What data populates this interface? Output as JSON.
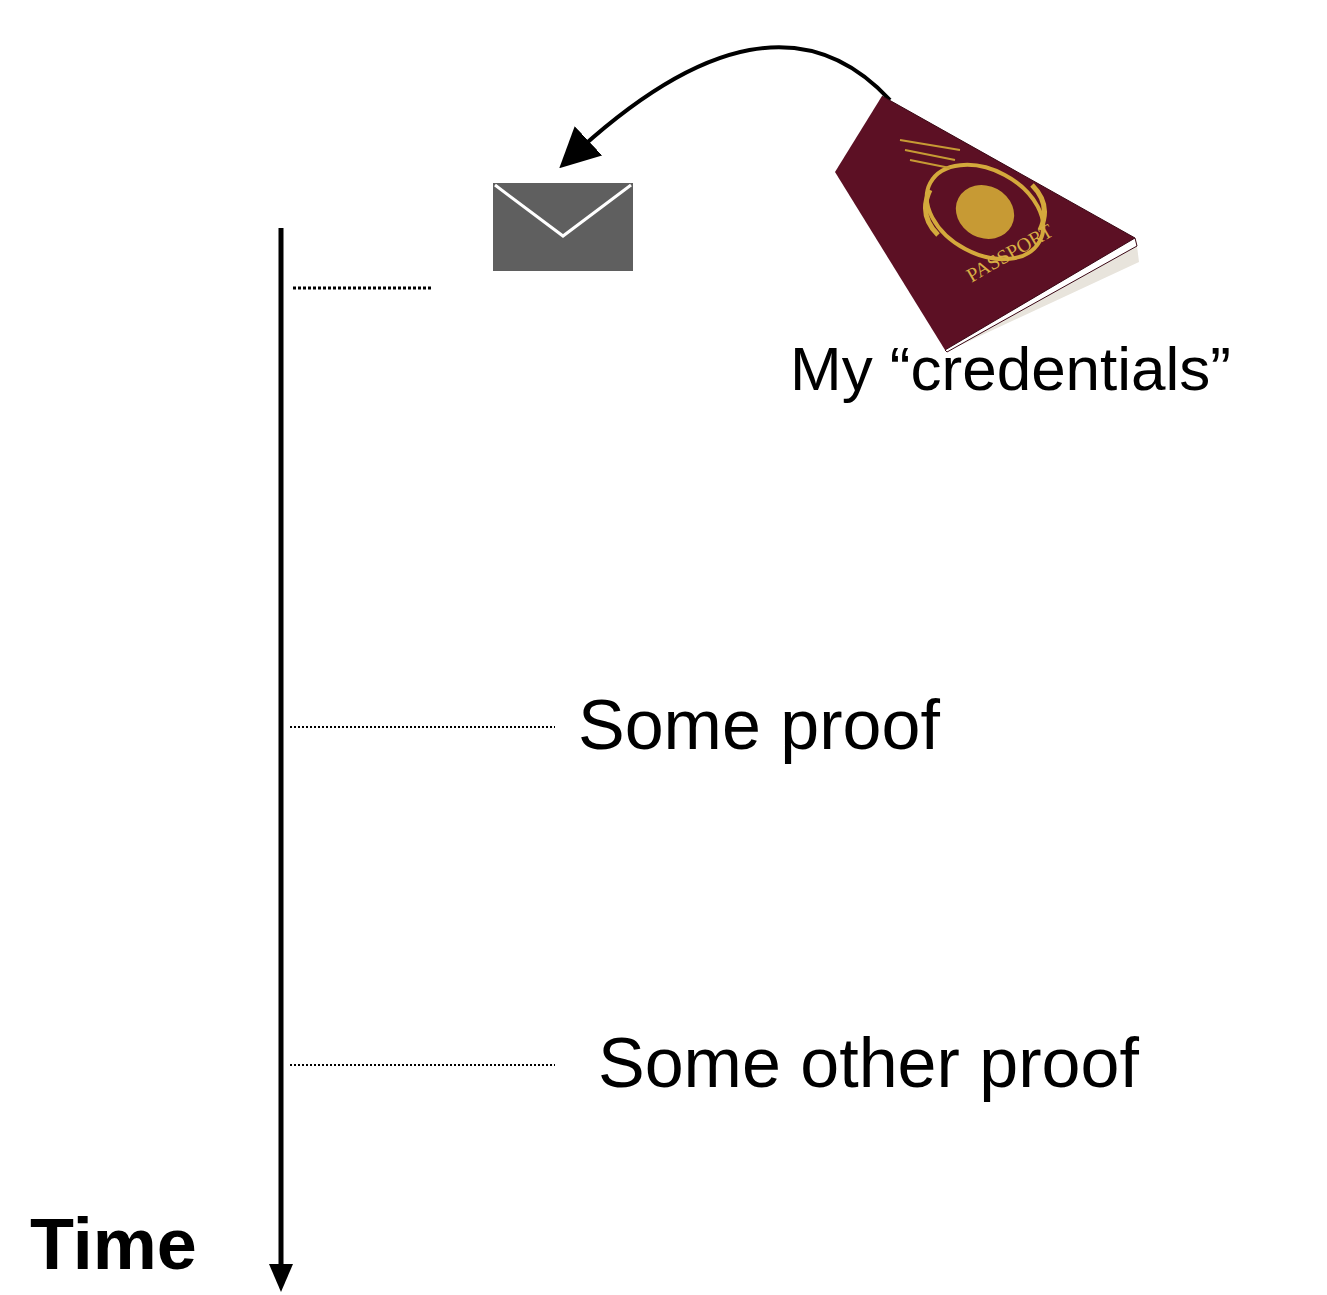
{
  "diagram": {
    "labels": [
      "My “credentials”",
      "Some proof",
      "Some other proof",
      "Time",
      "PASSPORT"
    ]
  }
}
